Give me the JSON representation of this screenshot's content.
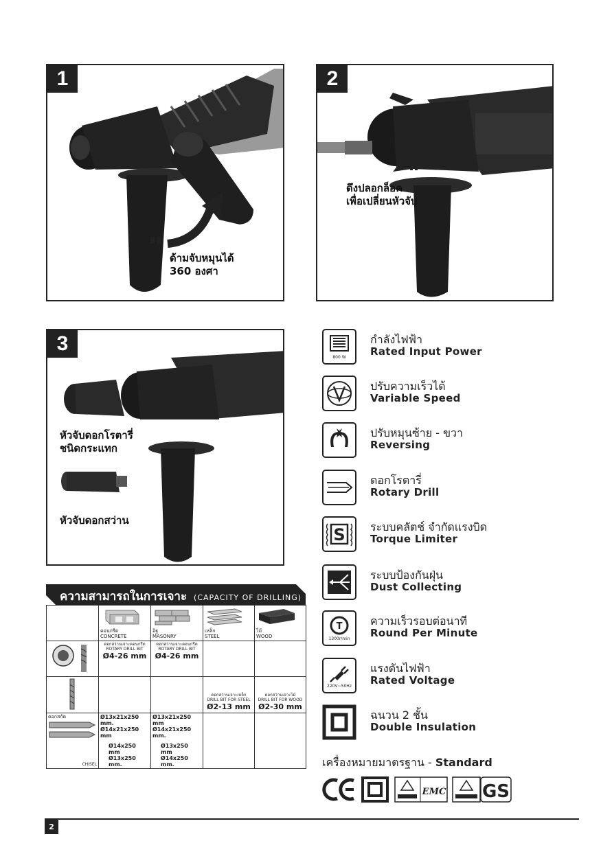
{
  "panels": [
    {
      "num": "1",
      "caption": [
        "ด้ามจับหมุนได้",
        "360 องศา"
      ]
    },
    {
      "num": "2",
      "caption": [
        "ดึงปลอกล็อค",
        "เพื่อเปลี่ยนหัวจับ"
      ]
    },
    {
      "num": "3",
      "caption_a": [
        "หัวจับดอกโรตารี่",
        "ชนิดกระแทก"
      ],
      "caption_b": "หัวจับดอกสว่าน"
    }
  ],
  "features": [
    {
      "icon": "motor-icon",
      "icon_text": "800 W",
      "th": "กำลังไฟฟ้า",
      "en": "Rated Input Power"
    },
    {
      "icon": "variable-speed-icon",
      "th": "ปรับความเร็วได้",
      "en": "Variable Speed"
    },
    {
      "icon": "reversing-icon",
      "th": "ปรับหมุนซ้าย - ขวา",
      "en": "Reversing"
    },
    {
      "icon": "rotary-drill-icon",
      "th": "ดอกโรตารี่",
      "en": "Rotary Drill"
    },
    {
      "icon": "torque-limiter-icon",
      "th": "ระบบคลัตช์ จำกัดแรงบิด",
      "en": "Torque Limiter"
    },
    {
      "icon": "dust-collecting-icon",
      "th": "ระบบป้องกันฝุ่น",
      "en": "Dust Collecting"
    },
    {
      "icon": "rpm-icon",
      "icon_text": "1300r/min",
      "th": "ความเร็วรอบต่อนาที",
      "en": "Round Per Minute"
    },
    {
      "icon": "plug-icon",
      "icon_text": "220V~50Hz",
      "th": "แรงดันไฟฟ้า",
      "en": "Rated Voltage"
    },
    {
      "icon": "double-insulation-icon",
      "th": "ฉนวน 2 ชั้น",
      "en": "Double Insulation"
    }
  ],
  "standard": {
    "th": "เครื่องหมายมาตรฐาน",
    "sep": " - ",
    "en": "Standard"
  },
  "table": {
    "title": "ความสามารถในการเจาะ",
    "subtitle": "(CAPACITY OF DRILLING)",
    "materials": [
      {
        "th": "คอนกรีต",
        "en": "CONCRETE"
      },
      {
        "th": "อิฐ",
        "en": "MASONRY"
      },
      {
        "th": "เหล็ก",
        "en": "STEEL"
      },
      {
        "th": "ไม้",
        "en": "WOOD"
      }
    ],
    "row1": {
      "concrete": {
        "th": "ดอกสว่านเจาะคอนกรีต",
        "en": "ROTARY DRILL BIT",
        "size": "Ø4-26 mm"
      },
      "masonry": {
        "th": "ดอกสว่านเจาะคอนกรีต",
        "en": "ROTARY DRILL BIT",
        "size": "Ø4-26 mm"
      }
    },
    "row2": {
      "steel": {
        "th": "ดอกสว่านเจาะเหล็ก",
        "en": "DRILL BIT FOR STEEL",
        "size": "Ø2-13 mm"
      },
      "wood": {
        "th": "ดอกสว่านเจาะไม้",
        "en": "DRILL BIT FOR WOOD",
        "size": "Ø2-30 mm"
      }
    },
    "row3": {
      "label_th": "ดอกสกัด",
      "label_en": "CHISEL",
      "concrete": [
        "Ø13x21x250 mm.",
        "Ø14x21x250 mm",
        "Ø14x250 mm",
        "Ø13x250 mm."
      ],
      "masonry": [
        "Ø13x21x250 mm",
        "Ø14x21x250 mm.",
        "Ø13x250 mm",
        "Ø14x250 mm."
      ]
    }
  },
  "page_number": "2"
}
